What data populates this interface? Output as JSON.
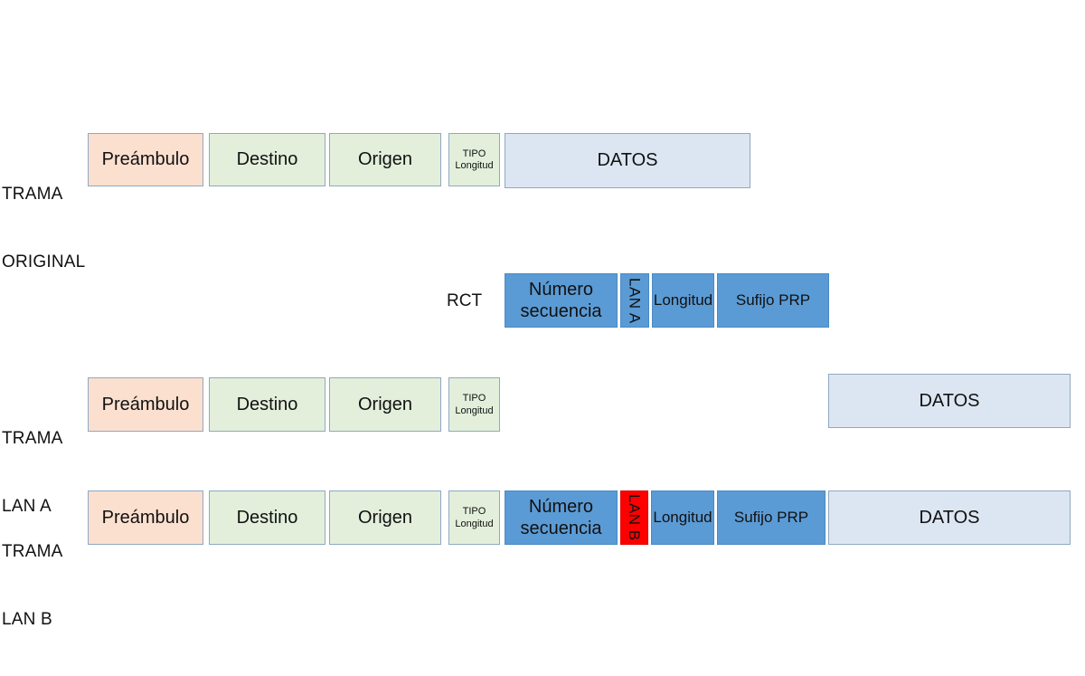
{
  "diagram": {
    "title_visible": false,
    "colors": {
      "peach": "#FBE0D0",
      "green": "#E3EFDB",
      "light_blue": "#DCE6F2",
      "blue": "#5B9BD5",
      "red": "#FF0000",
      "border": "#8EA9C1",
      "background": "#FFFFFF",
      "text": "#111111"
    },
    "rows": [
      {
        "id": "trama-original",
        "label": "TRAMA\nORIGINAL",
        "label_line1": "TRAMA",
        "label_line2": "ORIGINAL",
        "fields": [
          {
            "id": "preambulo",
            "text": "Preámbulo",
            "color": "peach"
          },
          {
            "id": "destino",
            "text": "Destino",
            "color": "green"
          },
          {
            "id": "origen",
            "text": "Origen",
            "color": "green"
          },
          {
            "id": "tipo-longitud",
            "text": "TIPO\nLongitud",
            "color": "green"
          },
          {
            "id": "datos",
            "text": "DATOS",
            "color": "light_blue"
          }
        ]
      },
      {
        "id": "rct",
        "label": "RCT",
        "fields": [
          {
            "id": "numero-secuencia",
            "text": "Número\nsecuencia",
            "color": "blue"
          },
          {
            "id": "lan-a",
            "text": "LAN A",
            "color": "blue",
            "rotated": true
          },
          {
            "id": "longitud",
            "text": "Longitud",
            "color": "blue"
          },
          {
            "id": "sufijo-prp",
            "text": "Sufijo PRP",
            "color": "blue"
          }
        ]
      },
      {
        "id": "trama-lan-a",
        "label": "TRAMA\nLAN A",
        "label_line1": "TRAMA",
        "label_line2": "LAN A",
        "fields": [
          {
            "id": "preambulo",
            "text": "Preámbulo",
            "color": "peach"
          },
          {
            "id": "destino",
            "text": "Destino",
            "color": "green"
          },
          {
            "id": "origen",
            "text": "Origen",
            "color": "green"
          },
          {
            "id": "tipo-longitud",
            "text": "TIPO\nLongitud",
            "color": "green"
          },
          {
            "id": "datos",
            "text": "DATOS",
            "color": "light_blue"
          }
        ]
      },
      {
        "id": "trama-lan-b",
        "label": "TRAMA\nLAN B",
        "label_line1": "TRAMA",
        "label_line2": "LAN B",
        "fields": [
          {
            "id": "preambulo",
            "text": "Preámbulo",
            "color": "peach"
          },
          {
            "id": "destino",
            "text": "Destino",
            "color": "green"
          },
          {
            "id": "origen",
            "text": "Origen",
            "color": "green"
          },
          {
            "id": "tipo-longitud",
            "text": "TIPO\nLongitud",
            "color": "green"
          },
          {
            "id": "numero-secuencia",
            "text": "Número\nsecuencia",
            "color": "blue"
          },
          {
            "id": "lan-b",
            "text": "LAN B",
            "color": "red",
            "rotated": true
          },
          {
            "id": "longitud",
            "text": "Longitud",
            "color": "blue"
          },
          {
            "id": "sufijo-prp",
            "text": "Sufijo PRP",
            "color": "blue"
          },
          {
            "id": "datos",
            "text": "DATOS",
            "color": "light_blue"
          }
        ]
      }
    ]
  },
  "labels": {
    "trama_original_l1": "TRAMA",
    "trama_original_l2": "ORIGINAL",
    "rct": "RCT",
    "trama_lan_a_l1": "TRAMA",
    "trama_lan_a_l2": "LAN A",
    "trama_lan_b_l1": "TRAMA",
    "trama_lan_b_l2": "LAN B"
  },
  "fields": {
    "preambulo": "Preámbulo",
    "destino": "Destino",
    "origen": "Origen",
    "tipo": "TIPO",
    "longitud_small": "Longitud",
    "datos": "DATOS",
    "numero": "Número",
    "secuencia": "secuencia",
    "lan_a": "LAN A",
    "lan_b": "LAN B",
    "longitud": "Longitud",
    "sufijo_prp": "Sufijo PRP"
  }
}
